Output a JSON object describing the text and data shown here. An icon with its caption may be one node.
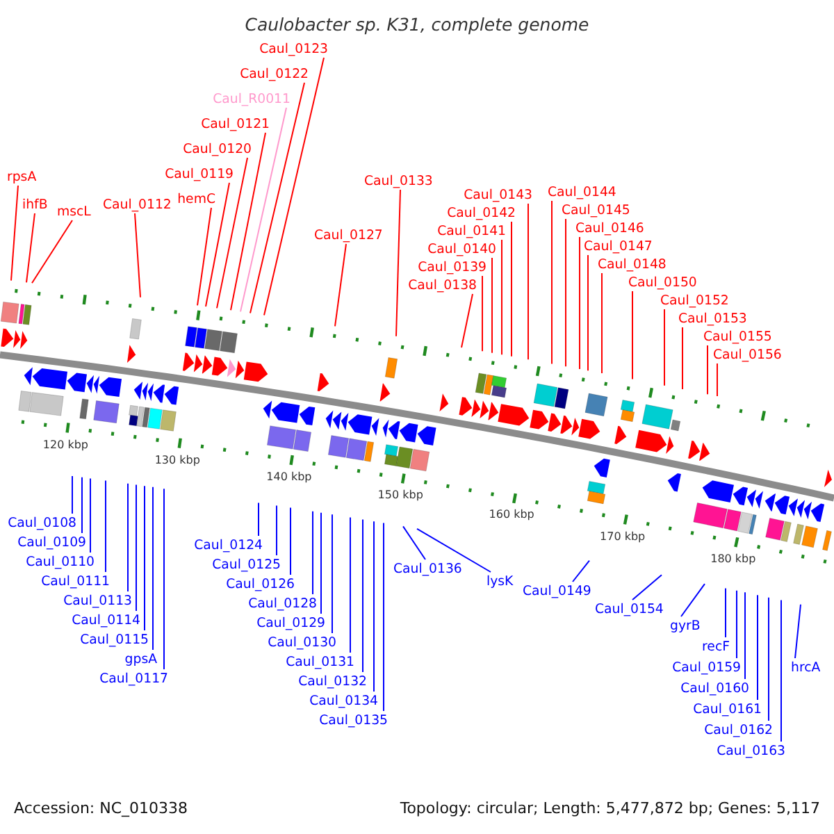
{
  "diagram": {
    "title": "Caulobacter sp. K31, complete genome",
    "nodes": [
      {
        "text": [
          "rpsA"
        ]
      },
      {
        "text": [
          "ihfB"
        ]
      },
      {
        "text": [
          "mscL"
        ]
      },
      {
        "text": [
          "Caul_0112"
        ]
      },
      {
        "text": [
          "hemC"
        ]
      },
      {
        "text": [
          "Caul_0119"
        ]
      },
      {
        "text": [
          "Caul_0120"
        ]
      },
      {
        "text": [
          "Caul_0121"
        ]
      },
      {
        "text": [
          "Caul_R0011"
        ]
      },
      {
        "text": [
          "Caul_0122"
        ]
      },
      {
        "text": [
          "Caul_0123"
        ]
      },
      {
        "text": [
          "Caul_0127"
        ]
      },
      {
        "text": [
          "Caul_0133"
        ]
      },
      {
        "text": [
          "Caul_0138"
        ]
      },
      {
        "text": [
          "Caul_0139"
        ]
      },
      {
        "text": [
          "Caul_0140"
        ]
      },
      {
        "text": [
          "Caul_0141"
        ]
      },
      {
        "text": [
          "Caul_0142"
        ]
      },
      {
        "text": [
          "Caul_0143"
        ]
      },
      {
        "text": [
          "Caul_0144"
        ]
      },
      {
        "text": [
          "Caul_0145"
        ]
      },
      {
        "text": [
          "Caul_0146"
        ]
      },
      {
        "text": [
          "Caul_0147"
        ]
      },
      {
        "text": [
          "Caul_0148"
        ]
      },
      {
        "text": [
          "Caul_0150"
        ]
      },
      {
        "text": [
          "Caul_0152"
        ]
      },
      {
        "text": [
          "Caul_0153"
        ]
      },
      {
        "text": [
          "Caul_0155"
        ]
      },
      {
        "text": [
          "Caul_0156"
        ]
      },
      {
        "text": [
          "Caul_0108"
        ]
      },
      {
        "text": [
          "Caul_0109"
        ]
      },
      {
        "text": [
          "Caul_0110"
        ]
      },
      {
        "text": [
          "Caul_0111"
        ]
      },
      {
        "text": [
          "Caul_0113"
        ]
      },
      {
        "text": [
          "Caul_0114"
        ]
      },
      {
        "text": [
          "Caul_0115"
        ]
      },
      {
        "text": [
          "gpsA"
        ]
      },
      {
        "text": [
          "Caul_0117"
        ]
      },
      {
        "text": [
          "Caul_0124"
        ]
      },
      {
        "text": [
          "Caul_0125"
        ]
      },
      {
        "text": [
          "Caul_0126"
        ]
      },
      {
        "text": [
          "Caul_0128"
        ]
      },
      {
        "text": [
          "Caul_0129"
        ]
      },
      {
        "text": [
          "Caul_0130"
        ]
      },
      {
        "text": [
          "Caul_0131"
        ]
      },
      {
        "text": [
          "Caul_0132"
        ]
      },
      {
        "text": [
          "Caul_0134"
        ]
      },
      {
        "text": [
          "Caul_0135"
        ]
      },
      {
        "text": [
          "Caul_0136"
        ]
      },
      {
        "text": [
          "lysK"
        ]
      },
      {
        "text": [
          "Caul_0149"
        ]
      },
      {
        "text": [
          "Caul_0154"
        ]
      },
      {
        "text": [
          "gyrB"
        ]
      },
      {
        "text": [
          "recF"
        ]
      },
      {
        "text": [
          "Caul_0159"
        ]
      },
      {
        "text": [
          "Caul_0160"
        ]
      },
      {
        "text": [
          "Caul_0161"
        ]
      },
      {
        "text": [
          "Caul_0162"
        ]
      },
      {
        "text": [
          "Caul_0163"
        ]
      },
      {
        "text": [
          "hrcA"
        ]
      }
    ],
    "edges": [
      {
        "from": 0,
        "to": null,
        "arrow": "none",
        "color": "#ff0000"
      },
      {
        "from": 1,
        "to": null,
        "arrow": "none",
        "color": "#ff0000"
      },
      {
        "from": 2,
        "to": null,
        "arrow": "none",
        "color": "#ff0000"
      },
      {
        "from": 3,
        "to": null,
        "arrow": "none",
        "color": "#ff0000"
      },
      {
        "from": 4,
        "to": null,
        "arrow": "none",
        "color": "#ff0000"
      },
      {
        "from": 5,
        "to": null,
        "arrow": "none",
        "color": "#ff0000"
      },
      {
        "from": 6,
        "to": null,
        "arrow": "none",
        "color": "#ff0000"
      },
      {
        "from": 7,
        "to": null,
        "arrow": "none",
        "color": "#ff0000"
      },
      {
        "from": 8,
        "to": null,
        "arrow": "none",
        "color": "#ff99cc"
      },
      {
        "from": 9,
        "to": null,
        "arrow": "none",
        "color": "#ff0000"
      },
      {
        "from": 10,
        "to": null,
        "arrow": "none",
        "color": "#ff0000"
      },
      {
        "from": 11,
        "to": null,
        "arrow": "none",
        "color": "#ff0000"
      },
      {
        "from": 12,
        "to": null,
        "arrow": "none",
        "color": "#ff0000"
      },
      {
        "from": 13,
        "to": null,
        "arrow": "none",
        "color": "#ff0000"
      },
      {
        "from": 14,
        "to": null,
        "arrow": "none",
        "color": "#ff0000"
      },
      {
        "from": 15,
        "to": null,
        "arrow": "none",
        "color": "#ff0000"
      },
      {
        "from": 16,
        "to": null,
        "arrow": "none",
        "color": "#ff0000"
      },
      {
        "from": 17,
        "to": null,
        "arrow": "none",
        "color": "#ff0000"
      },
      {
        "from": 18,
        "to": null,
        "arrow": "none",
        "color": "#ff0000"
      },
      {
        "from": 19,
        "to": null,
        "arrow": "none",
        "color": "#ff0000"
      },
      {
        "from": 20,
        "to": null,
        "arrow": "none",
        "color": "#ff0000"
      },
      {
        "from": 21,
        "to": null,
        "arrow": "none",
        "color": "#ff0000"
      },
      {
        "from": 22,
        "to": null,
        "arrow": "none",
        "color": "#ff0000"
      },
      {
        "from": 23,
        "to": null,
        "arrow": "none",
        "color": "#ff0000"
      },
      {
        "from": 24,
        "to": null,
        "arrow": "none",
        "color": "#ff0000"
      },
      {
        "from": 25,
        "to": null,
        "arrow": "none",
        "color": "#ff0000"
      },
      {
        "from": 26,
        "to": null,
        "arrow": "none",
        "color": "#ff0000"
      },
      {
        "from": 27,
        "to": null,
        "arrow": "none",
        "color": "#ff0000"
      },
      {
        "from": 28,
        "to": null,
        "arrow": "none",
        "color": "#ff0000"
      },
      {
        "from": 29,
        "to": null,
        "arrow": "none"
      },
      {
        "from": 30,
        "to": null,
        "arrow": "none"
      },
      {
        "from": 31,
        "to": null,
        "arrow": "none"
      },
      {
        "from": 32,
        "to": null,
        "arrow": "none"
      },
      {
        "from": 33,
        "to": null,
        "arrow": "none"
      },
      {
        "from": 34,
        "to": null,
        "arrow": "none"
      },
      {
        "from": 35,
        "to": null,
        "arrow": "none"
      },
      {
        "from": 36,
        "to": null,
        "arrow": "none"
      },
      {
        "from": 37,
        "to": null,
        "arrow": "none"
      },
      {
        "from": 38,
        "to": null,
        "arrow": "none"
      },
      {
        "from": 39,
        "to": null,
        "arrow": "none"
      },
      {
        "from": 40,
        "to": null,
        "arrow": "none"
      },
      {
        "from": 41,
        "to": null,
        "arrow": "none"
      },
      {
        "from": 42,
        "to": null,
        "arrow": "none"
      },
      {
        "from": 43,
        "to": null,
        "arrow": "none"
      },
      {
        "from": 44,
        "to": null,
        "arrow": "none"
      },
      {
        "from": 45,
        "to": null,
        "arrow": "none"
      },
      {
        "from": 46,
        "to": null,
        "arrow": "none"
      },
      {
        "from": 47,
        "to": null,
        "arrow": "none"
      },
      {
        "from": 48,
        "to": null,
        "arrow": "none"
      },
      {
        "from": 49,
        "to": null,
        "arrow": "none"
      },
      {
        "from": 50,
        "to": null,
        "arrow": "none"
      },
      {
        "from": 51,
        "to": null,
        "arrow": "none"
      },
      {
        "from": 52,
        "to": null,
        "arrow": "none"
      },
      {
        "from": 53,
        "to": null,
        "arrow": "none"
      },
      {
        "from": 54,
        "to": null,
        "arrow": "none"
      },
      {
        "from": 55,
        "to": null,
        "arrow": "none"
      },
      {
        "from": 56,
        "to": null,
        "arrow": "none"
      },
      {
        "from": 57,
        "to": null,
        "arrow": "none"
      },
      {
        "from": 58,
        "to": null,
        "arrow": "none"
      },
      {
        "from": 59,
        "to": null,
        "arrow": "none"
      }
    ],
    "labels": [
      "120 kbp",
      "130 kbp",
      "140 kbp",
      "150 kbp",
      "160 kbp",
      "170 kbp",
      "180 kbp",
      "Accession: NC_010338",
      "Topology: circular; Length: 5,477,872 bp; Genes: 5,117"
    ]
  }
}
